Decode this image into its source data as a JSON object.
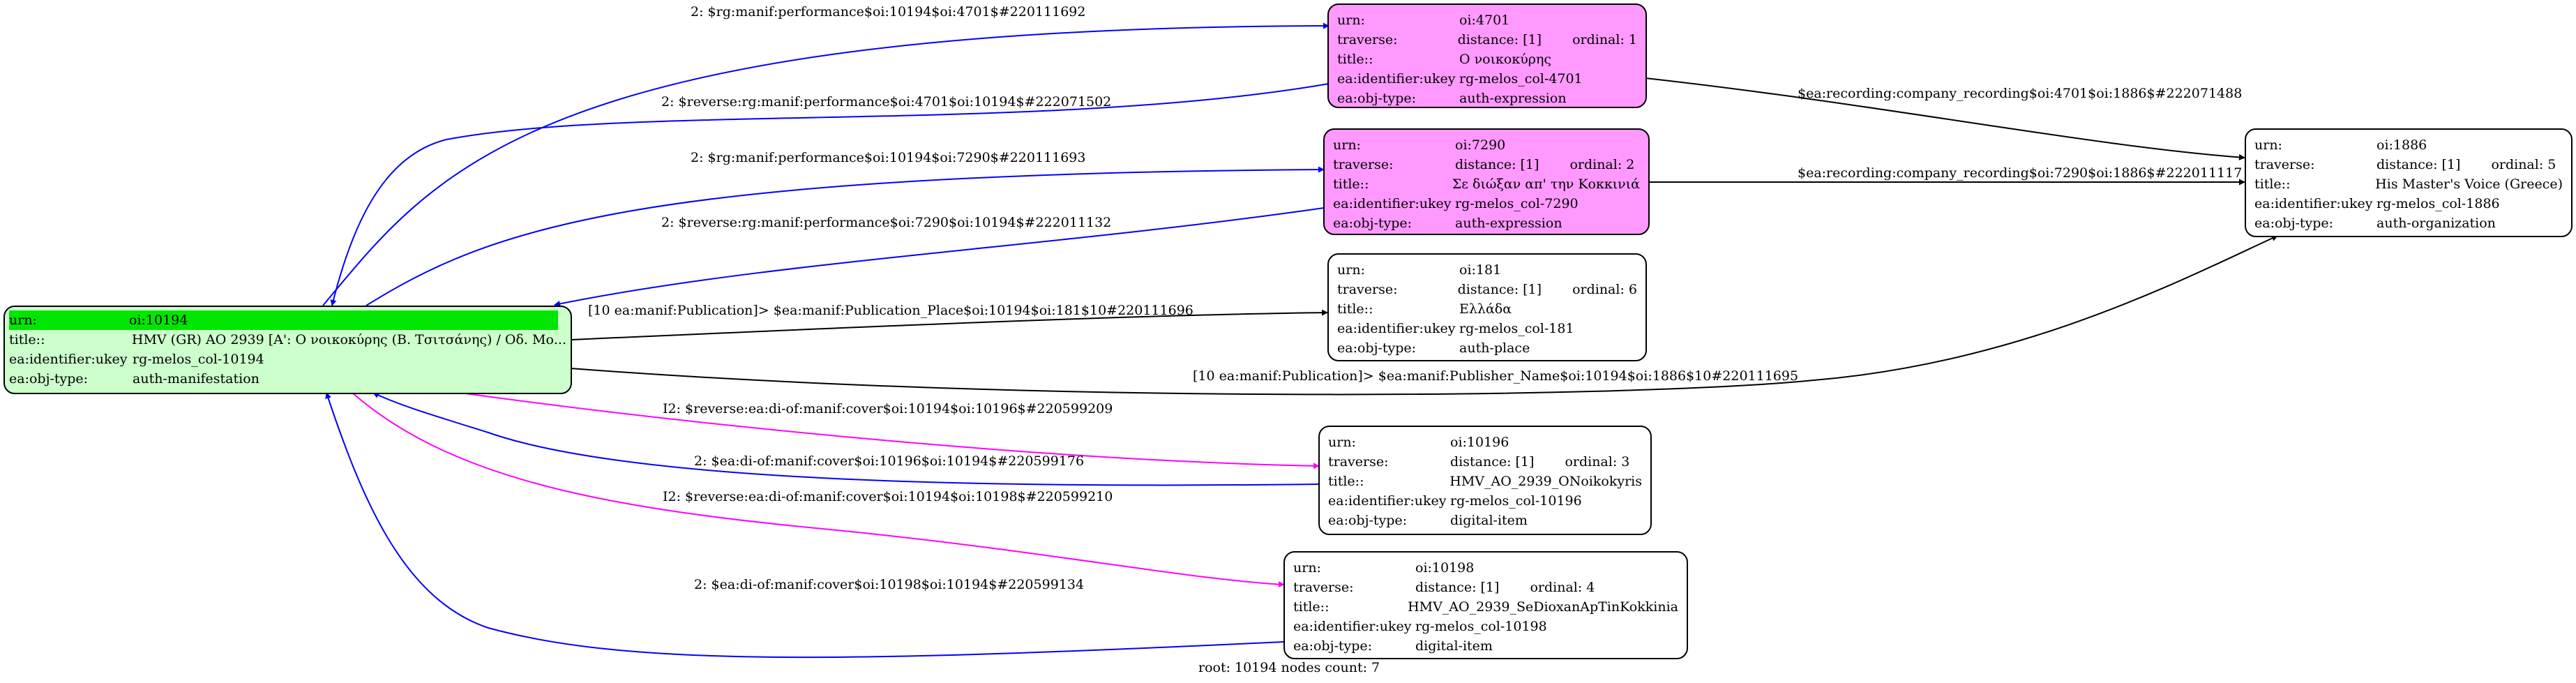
{
  "colors": {
    "expression_fill": "#ff99ff",
    "manifestation_fill": "#ccffcc",
    "root_highlight": "#00e600",
    "edge_blue": "#0000ff",
    "edge_magenta": "#ff00ff",
    "edge_black": "#000000"
  },
  "keys": {
    "urn": "urn:",
    "traverse": "traverse:",
    "title": "title::",
    "identifier": "ea:identifier:ukey",
    "objtype": "ea:obj-type:"
  },
  "nodes": {
    "root": {
      "urn": "oi:10194",
      "title": "HMV (GR) AO 2939 [A': Ο νοικοκύρης (Β. Τσιτσάνης) / Οδ. Μο...",
      "identifier": "rg-melos_col-10194",
      "objtype": "auth-manifestation"
    },
    "n4701": {
      "urn": "oi:4701",
      "distance": "distance: [1]",
      "ordinal": "ordinal: 1",
      "title": "Ο νοικοκύρης",
      "identifier": "rg-melos_col-4701",
      "objtype": "auth-expression"
    },
    "n7290": {
      "urn": "oi:7290",
      "distance": "distance: [1]",
      "ordinal": "ordinal: 2",
      "title": "Σε διώξαν απ' την Κοκκινιά",
      "identifier": "rg-melos_col-7290",
      "objtype": "auth-expression"
    },
    "n181": {
      "urn": "oi:181",
      "distance": "distance: [1]",
      "ordinal": "ordinal: 6",
      "title": "Ελλάδα",
      "identifier": "rg-melos_col-181",
      "objtype": "auth-place"
    },
    "n10196": {
      "urn": "oi:10196",
      "distance": "distance: [1]",
      "ordinal": "ordinal: 3",
      "title": "HMV_AO_2939_ONoikokyris",
      "identifier": "rg-melos_col-10196",
      "objtype": "digital-item"
    },
    "n10198": {
      "urn": "oi:10198",
      "distance": "distance: [1]",
      "ordinal": "ordinal: 4",
      "title": "HMV_AO_2939_SeDioxanApTinKokkinia",
      "identifier": "rg-melos_col-10198",
      "objtype": "digital-item"
    },
    "n1886": {
      "urn": "oi:1886",
      "distance": "distance: [1]",
      "ordinal": "ordinal: 5",
      "title": "His Master's Voice (Greece)",
      "identifier": "rg-melos_col-1886",
      "objtype": "auth-organization"
    }
  },
  "edges": {
    "e1": "2: $rg:manif:performance$oi:10194$oi:4701$#220111692",
    "e2": "2: $reverse:rg:manif:performance$oi:4701$oi:10194$#222071502",
    "e3": "2: $rg:manif:performance$oi:10194$oi:7290$#220111693",
    "e4": "2: $reverse:rg:manif:performance$oi:7290$oi:10194$#222011132",
    "e5": "[10 ea:manif:Publication]> $ea:manif:Publication_Place$oi:10194$oi:181$10#220111696",
    "e6": "[10 ea:manif:Publication]> $ea:manif:Publisher_Name$oi:10194$oi:1886$10#220111695",
    "e7": "I2: $reverse:ea:di-of:manif:cover$oi:10194$oi:10196$#220599209",
    "e8": "2: $ea:di-of:manif:cover$oi:10196$oi:10194$#220599176",
    "e9": "I2: $reverse:ea:di-of:manif:cover$oi:10194$oi:10198$#220599210",
    "e10": "2: $ea:di-of:manif:cover$oi:10198$oi:10194$#220599134",
    "e11": "$ea:recording:company_recording$oi:4701$oi:1886$#222071488",
    "e12": "$ea:recording:company_recording$oi:7290$oi:1886$#222011117"
  },
  "footer": "root: 10194 nodes count: 7"
}
